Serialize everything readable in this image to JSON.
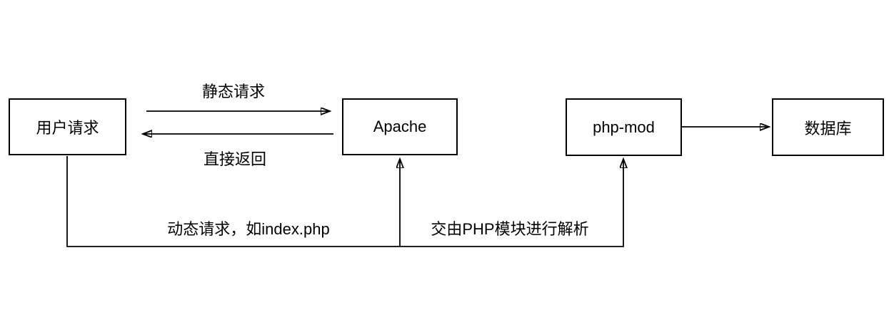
{
  "diagram": {
    "background_color": "#ffffff",
    "stroke_color": "#000000",
    "text_color": "#000000",
    "nodes": [
      {
        "id": "user-request",
        "label": "用户请求"
      },
      {
        "id": "apache",
        "label": "Apache"
      },
      {
        "id": "php-mod",
        "label": "php-mod"
      },
      {
        "id": "database",
        "label": "数据库"
      }
    ],
    "edges": [
      {
        "id": "static-request",
        "from": "user-request",
        "to": "apache",
        "label": "静态请求"
      },
      {
        "id": "direct-return",
        "from": "apache",
        "to": "user-request",
        "label": "直接返回"
      },
      {
        "id": "dynamic-request",
        "from": "user-request",
        "to": "apache",
        "label": "动态请求，如index.php"
      },
      {
        "id": "php-parse",
        "from": "apache",
        "to": "php-mod",
        "label": "交由PHP模块进行解析"
      },
      {
        "id": "query-db",
        "from": "php-mod",
        "to": "database",
        "label": ""
      }
    ]
  }
}
